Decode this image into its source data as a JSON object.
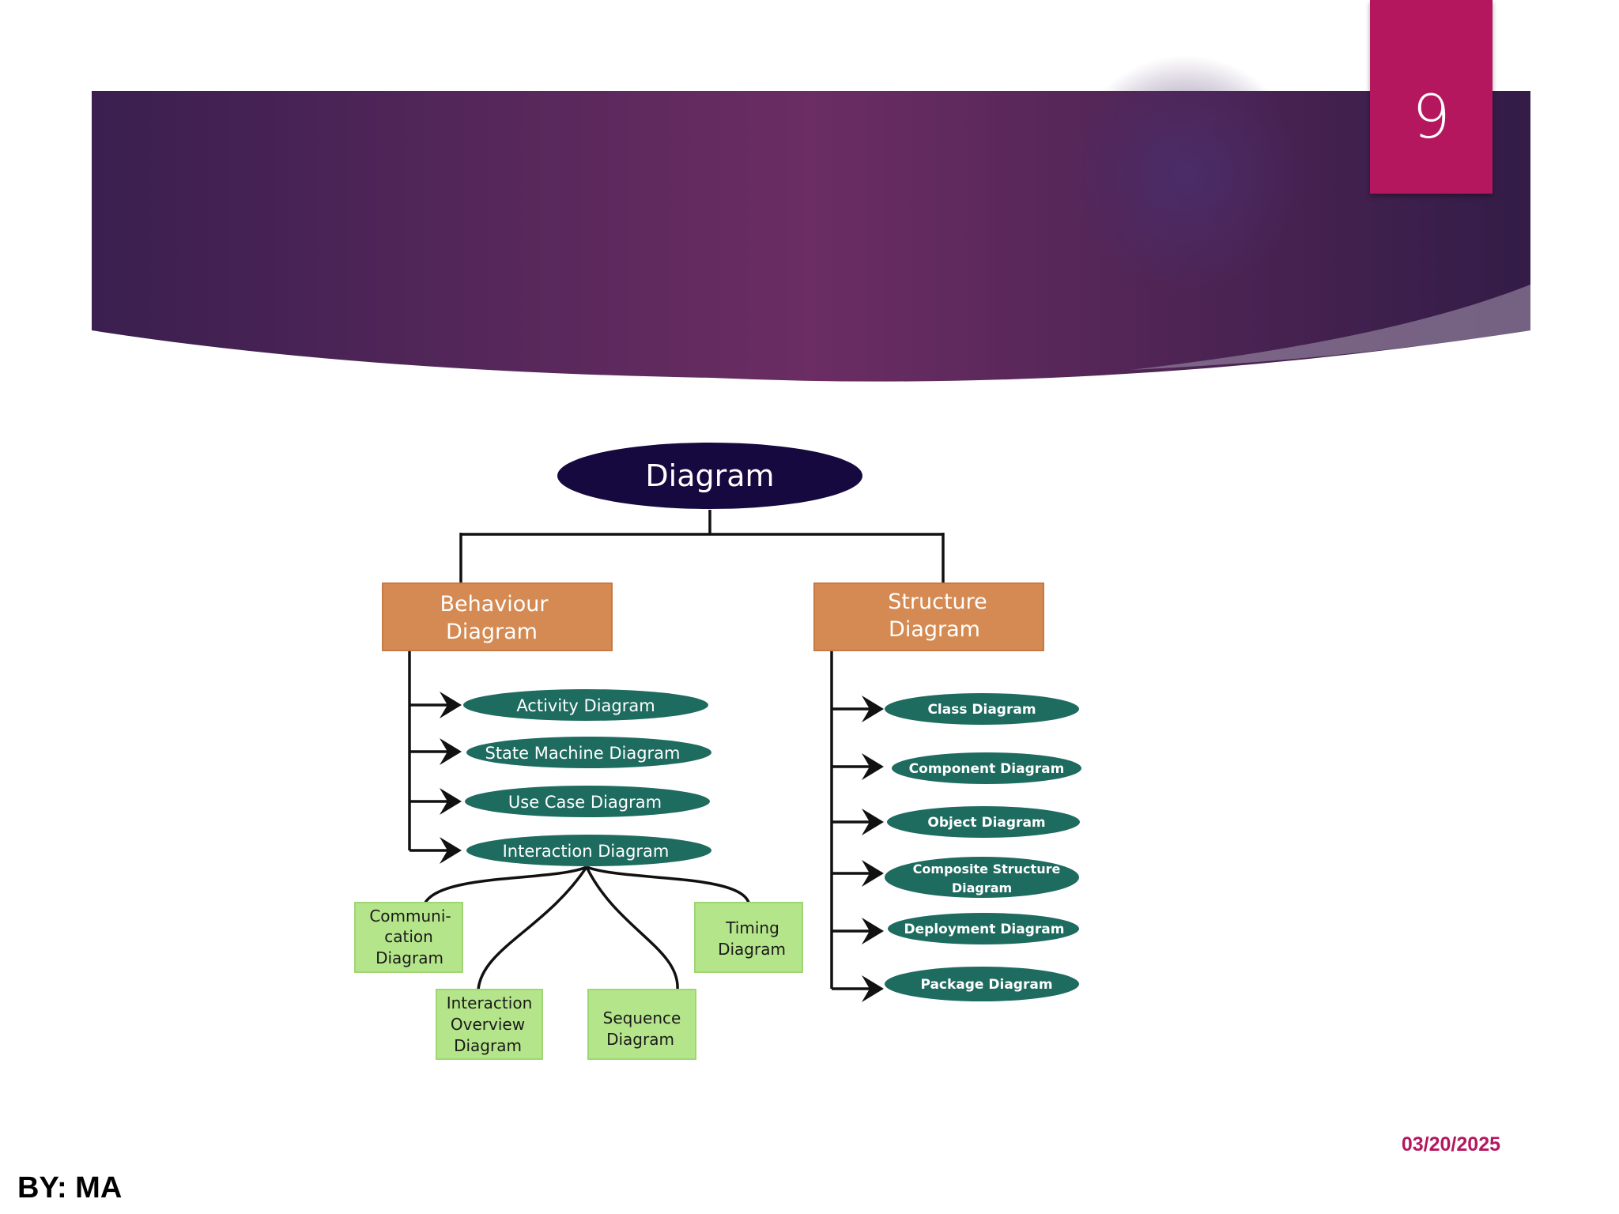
{
  "slide": {
    "number": "9",
    "date": "03/20/2025",
    "author": "BY: MA",
    "colors": {
      "banner_dark": "#3a1f4f",
      "banner_mid": "#6b2d63",
      "accent": "#b5175f",
      "root_node": "#15093f",
      "category_node": "#d48a52",
      "teal_node": "#1e6b5f",
      "green_node": "#b5e58a"
    }
  },
  "diagram": {
    "root": "Diagram",
    "behaviour": {
      "line1": "Behaviour",
      "line2": "Diagram",
      "items": [
        "Activity Diagram",
        "State Machine Diagram",
        "Use Case Diagram",
        "Interaction Diagram"
      ]
    },
    "structure": {
      "line1": "Structure",
      "line2": "Diagram",
      "items": [
        [
          "Class Diagram"
        ],
        [
          "Component Diagram"
        ],
        [
          "Object Diagram"
        ],
        [
          "Composite Structure",
          "Diagram"
        ],
        [
          "Deployment Diagram"
        ],
        [
          "Package Diagram"
        ]
      ]
    },
    "interaction_children": [
      [
        "Communi-",
        "cation",
        "Diagram"
      ],
      [
        "Interaction",
        "Overview",
        "Diagram"
      ],
      [
        "Sequence",
        "Diagram"
      ],
      [
        "Timing",
        "Diagram"
      ]
    ]
  }
}
